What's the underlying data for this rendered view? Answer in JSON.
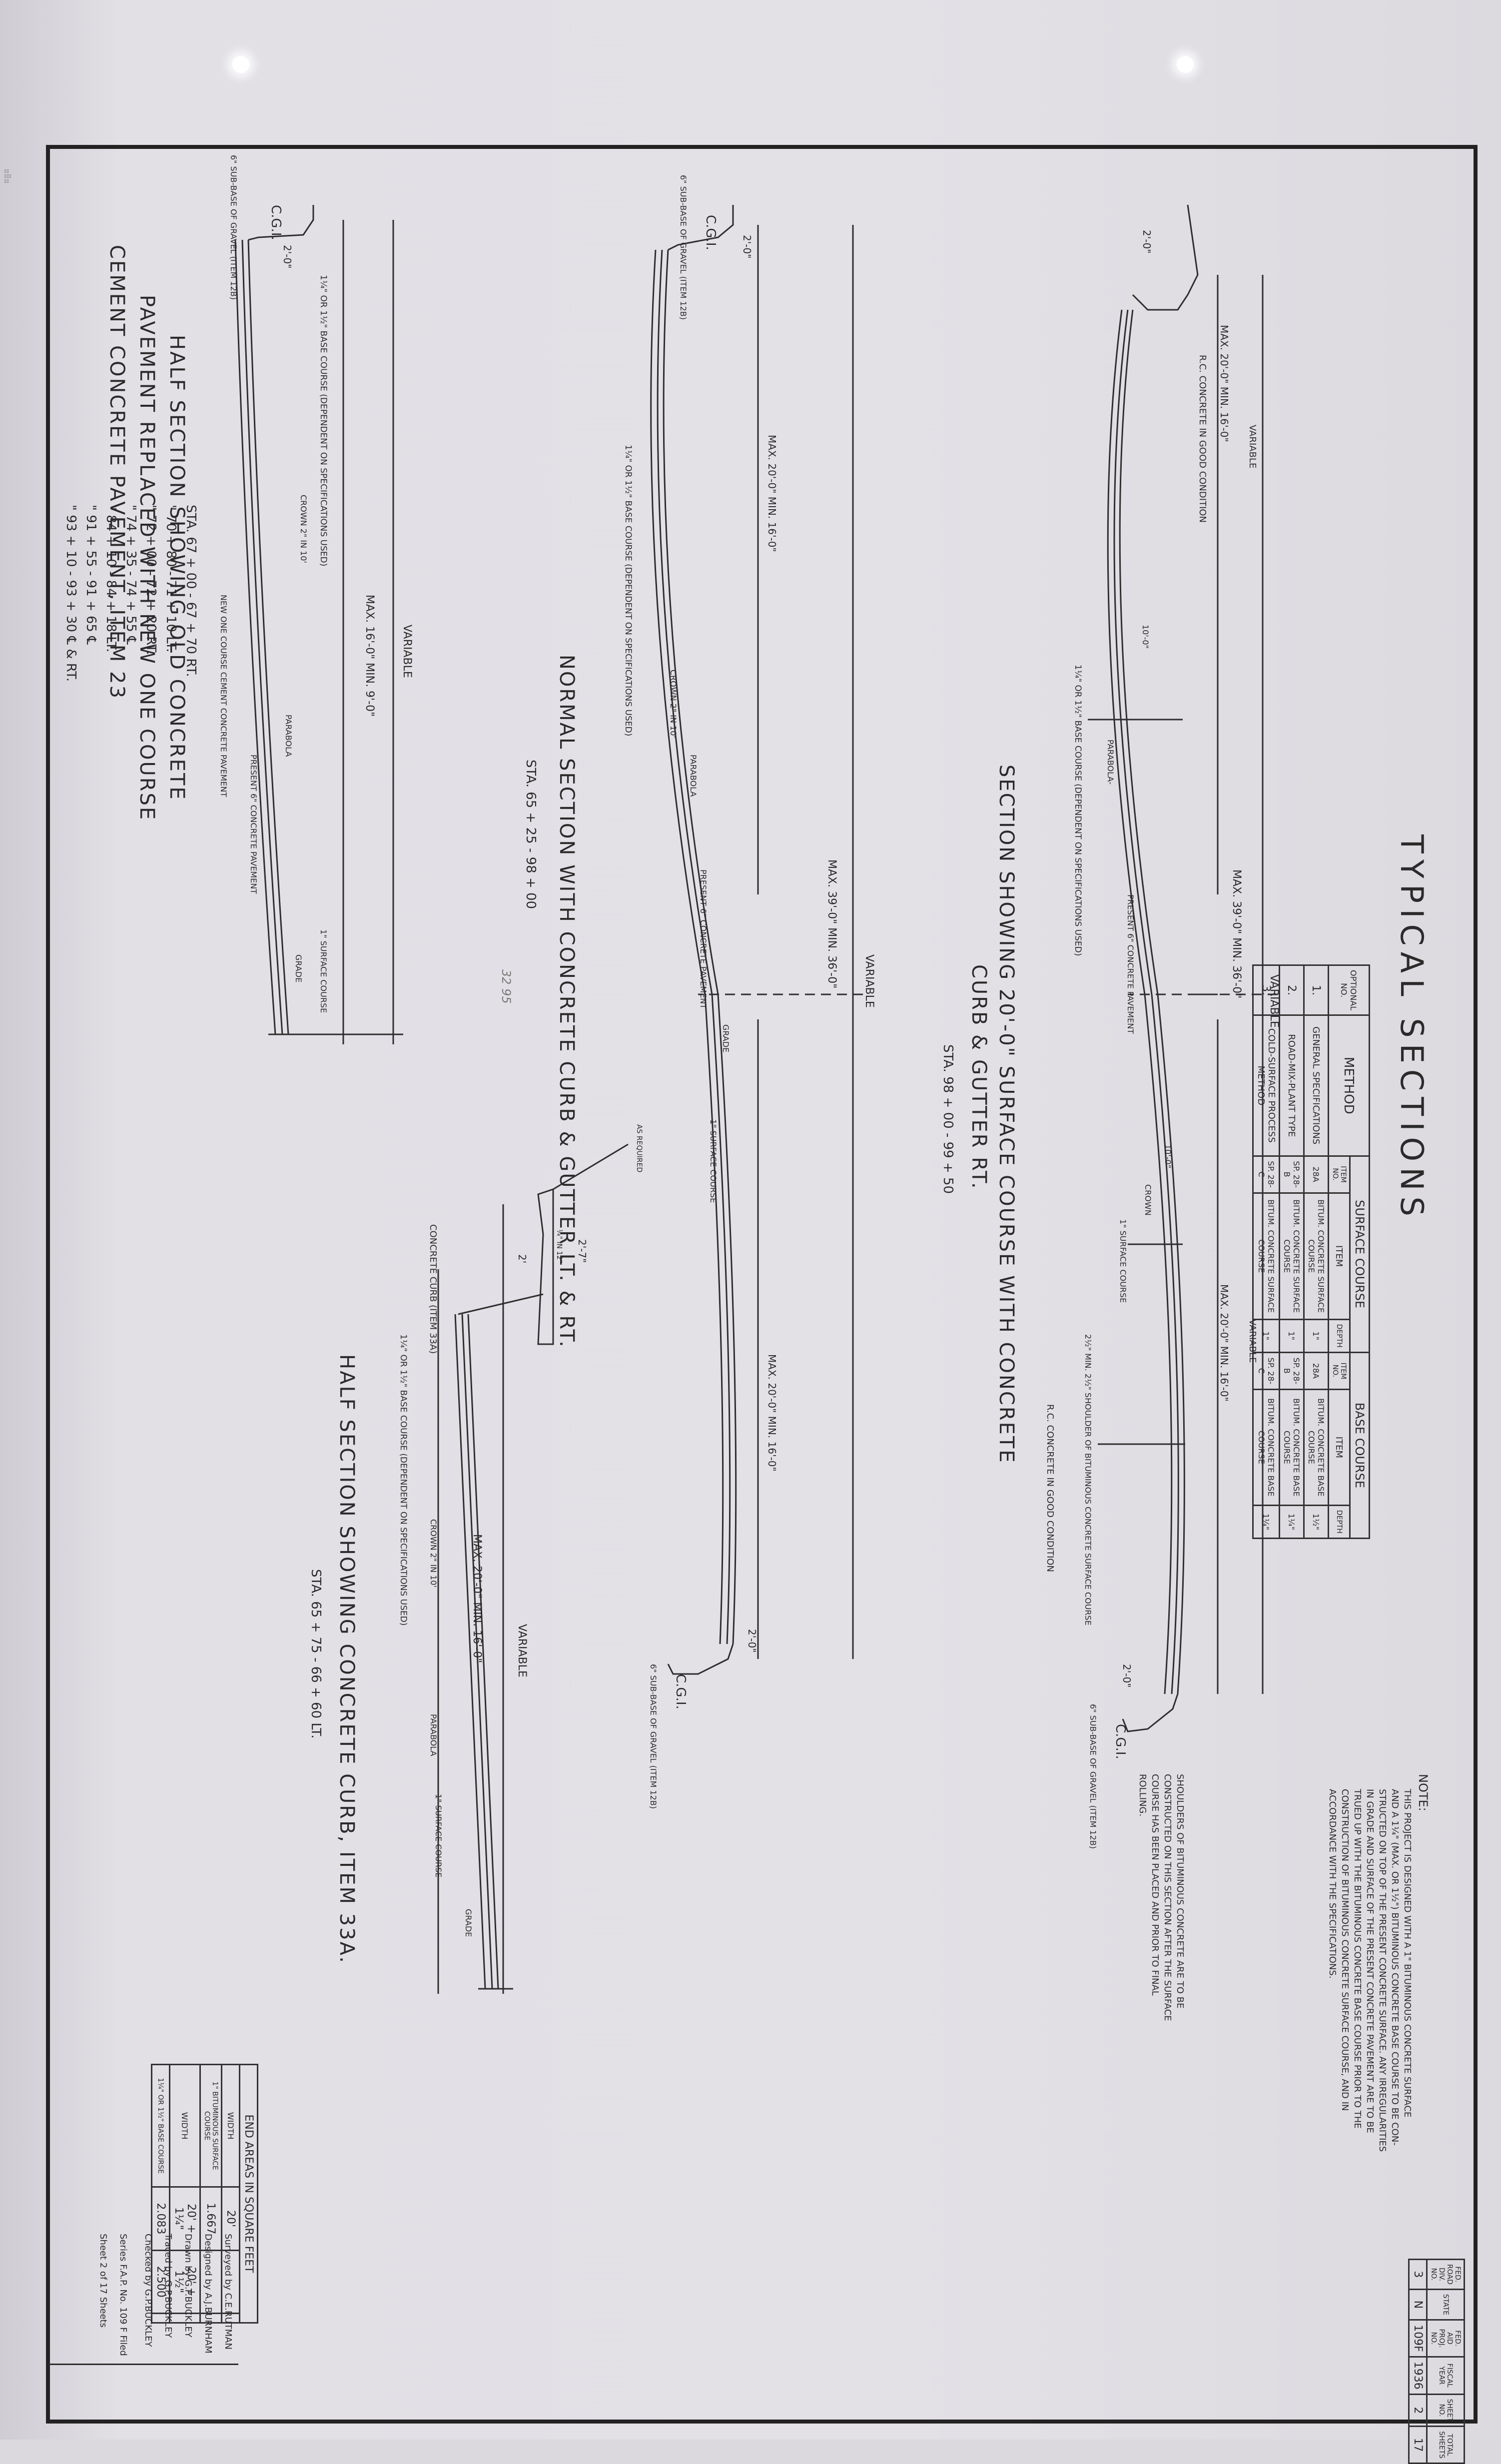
{
  "sheet": {
    "title": "TYPICAL SECTIONS",
    "note": {
      "heading": "NOTE:",
      "lines": [
        "THIS PROJECT IS DESIGNED WITH A 1\" BITUMINOUS CONCRETE SURFACE",
        "AND A 1¼\" (MAX. OR 1½\") BITUMINOUS CONCRETE BASE COURSE TO BE CON-",
        "STRUCTED ON TOP OF THE PRESENT CONCRETE SURFACE. ANY IRREGULARITIES",
        "IN GRADE AND SURFACE OF THE PRESENT CONCRETE PAVEMENT ARE TO BE",
        "TRUED UP WITH THE BITUMINOUS CONCRETE BASE COURSE PRIOR TO THE",
        "CONSTRUCTION OF BITUMINOUS CONCRETE SURFACE COURSE, AND IN",
        "ACCORDANCE WITH THE SPECIFICATIONS."
      ]
    },
    "shoulder_note": [
      "SHOULDERS OF BITUMINOUS CONCRETE ARE TO BE",
      "CONSTRUCTED ON THIS SECTION AFTER THE SURFACE",
      "COURSE HAS BEEN PLACED AND PRIOR TO FINAL",
      "ROLLING."
    ],
    "title_block": {
      "headers": [
        "FED. ROAD DIV. NO.",
        "STATE",
        "FED. AID PROJ. NO.",
        "FISCAL YEAR",
        "SHEET NO.",
        "TOTAL SHEETS"
      ],
      "values": [
        "3",
        "N",
        "109F",
        "1936",
        "2",
        "17"
      ]
    }
  },
  "method_table": {
    "col_headers": [
      "OPTIONAL NO.",
      "METHOD",
      "SURFACE COURSE",
      "BASE COURSE"
    ],
    "sub_headers": [
      "ITEM NO.",
      "ITEM",
      "DEPTH",
      "ITEM NO.",
      "ITEM",
      "DEPTH"
    ],
    "rows": [
      [
        "1.",
        "GENERAL SPECIFICATIONS",
        "28A",
        "BITUM. CONCRETE SURFACE COURSE",
        "1\"",
        "28A",
        "BITUM. CONCRETE BASE COURSE",
        "1½\""
      ],
      [
        "2.",
        "ROAD-MIX-PLANT TYPE",
        "SP. 28-B",
        "BITUM. CONCRETE SURFACE COURSE",
        "1\"",
        "SP. 28-B",
        "BITUM. CONCRETE BASE COURSE",
        "1¼\""
      ],
      [
        "3.",
        "COLD-SURFACE PROCESS METHOD",
        "SP. 28-C",
        "BITUM. CONCRETE SURFACE COURSE",
        "1\"",
        "SP. 28-C",
        "BITUM. CONCRETE BASE COURSE",
        "1¼\""
      ]
    ]
  },
  "sections": [
    {
      "title_lines": [
        "SECTION SHOWING 20'-0\" SURFACE COURSE WITH CONCRETE",
        "CURB & GUTTER RT."
      ],
      "station": "STA. 98 + 00 - 99 + 50",
      "labels": {
        "variable_top": "VARIABLE",
        "max_min_36": "MAX. 39'-0\"    MIN. 36'-0\"",
        "max_min_20_left": "MAX. 20'-0\" MIN. 16'-0\"",
        "max_min_20_right": "MAX. 20'-0\" MIN. 16'-0\"",
        "variable_left": "VARIABLE",
        "variable_right": "VARIABLE",
        "rc_left": "R.C. CONCRETE IN GOOD CONDITION",
        "rc_right": "R.C. CONCRETE IN GOOD CONDITION",
        "base": "1¼\" OR 1½\" BASE COURSE (DEPENDENT ON SPECIFICATIONS USED)",
        "parabola": "PARABOLA-",
        "pavement": "PRESENT 6\" CONCRETE PAVEMENT",
        "surface": "1\" SURFACE COURSE",
        "shoulder": "2½\" MIN. 2½\" SHOULDER OF BITUMINOUS CONCRETE SURFACE COURSE",
        "dim_2ft_left": "2'-0\"",
        "dim_2ft_right": "2'-0\"",
        "dim_10_left": "10'-0\"",
        "dim_10_right": "10'-0\"",
        "subbase": "6\" SUB-BASE OF GRAVEL (ITEM 12B)",
        "cgi": "C.G.I.",
        "crown": "CROWN"
      }
    },
    {
      "title_lines": [
        "NORMAL SECTION WITH CONCRETE CURB & GUTTER LT. & RT."
      ],
      "station": "STA. 65 + 25 - 98 + 00",
      "pencil": "32 95",
      "labels": {
        "variable": "VARIABLE",
        "max_min_36": "MAX. 39'-0\"    MIN. 36'-0\"",
        "max_min_20_left": "MAX. 20'-0\" MIN. 16'-0\"",
        "max_min_20_right": "MAX. 20'-0\" MIN. 16'-0\"",
        "base": "1¼\" OR 1½\" BASE COURSE (DEPENDENT ON SPECIFICATIONS USED)",
        "crown": "CROWN 2\" IN 10'",
        "parabola": "PARABOLA",
        "pavement": "PRESENT 6\" CONCRETE PAVEMENT",
        "surface": "1\" SURFACE COURSE",
        "grade": "GRADE",
        "dim_2ft_left": "2'-0\"",
        "dim_2ft_right": "2'-0\"",
        "subbase_left": "6\" SUB-BASE OF GRAVEL (ITEM 12B)",
        "subbase_right": "6\" SUB-BASE OF GRAVEL (ITEM 12B)",
        "cgi_left": "C.G.I.",
        "cgi_right": "C.G.I."
      }
    },
    {
      "title_lines": [
        "HALF SECTION SHOWING OLD CONCRETE",
        "PAVEMENT REPLACED WITH NEW ONE COURSE",
        "CEMENT CONCRETE PAVEMENT, ITEM 23"
      ],
      "stations": [
        "STA. 67 + 00 - 67 + 70 RT.",
        "\"    70 + 80 - 71 + 10 LT.",
        "\"    72 + 00 - 72 + 20 RT.",
        "\"    74 + 35 - 74 + 55 ℄",
        "\"    84 + 10 - 84 + 18 LT.",
        "\"    91 + 55 - 91 + 65 ℄",
        "\"    93 + 10 - 93 + 30 ℄ & RT."
      ],
      "labels": {
        "variable": "VARIABLE",
        "max_min": "MAX. 16'-0\"  MIN. 9'-0\"",
        "base": "1¼\" OR 1½\" BASE COURSE (DEPENDENT ON SPECIFICATIONS USED)",
        "crown": "CROWN 2\" IN 10'",
        "pavement": "PRESENT 6\" CONCRETE PAVEMENT",
        "new": "NEW ONE COURSE CEMENT CONCRETE PAVEMENT",
        "surface": "1\" SURFACE COURSE",
        "parabola": "PARABOLA",
        "grade": "GRADE",
        "dim_2ft": "2'-0\"",
        "subbase": "6\" SUB-BASE OF GRAVEL (ITEM 12B)",
        "cgi": "C.G.I."
      }
    },
    {
      "title_lines": [
        "HALF SECTION SHOWING CONCRETE CURB, ITEM 33A."
      ],
      "station": "STA. 65 + 75 - 66 + 60 LT.",
      "labels": {
        "variable": "VARIABLE",
        "max_min": "MAX. 20'-0\"   MIN. 16'-0\"",
        "base": "1¼\" OR 1½\" BASE COURSE (DEPENDENT ON SPECIFICATIONS USED)",
        "crown": "CROWN 2\" IN 10'",
        "surface": "1\" SURFACE COURSE",
        "parabola": "PARABOLA",
        "grade": "GRADE",
        "curb": "CONCRETE CURB (ITEM 33A)",
        "dim_2_7": "2'-7\"",
        "dim_2": "2'",
        "slope": "¼\" IN 12\"",
        "as_required": "AS REQUIRED"
      }
    }
  ],
  "end_areas": {
    "title": "END AREAS IN SQUARE FEET",
    "rows": [
      [
        "WIDTH",
        "20'",
        "",
        ""
      ],
      [
        "1\" BITUMINOUS SURFACE COURSE",
        "1.667",
        "",
        ""
      ],
      [
        "WIDTH",
        "20' + 1¼\"",
        "20' + 1½\"",
        ""
      ],
      [
        "1¼\" OR 1½\" BASE COURSE",
        "2.083",
        "2.500",
        ""
      ]
    ]
  },
  "credits": [
    "Surveyed by C.E.RUTMAN",
    "Designed by A.J.BURNHAM",
    "Drawn by G.P.BUCKLEY",
    "Traced by G.P.BUCKLEY",
    "Checked by G.P.BUCKLEY",
    "Series F.A.P. No. 109 F    Filed",
    "Sheet 2 of 17 Sheets"
  ]
}
